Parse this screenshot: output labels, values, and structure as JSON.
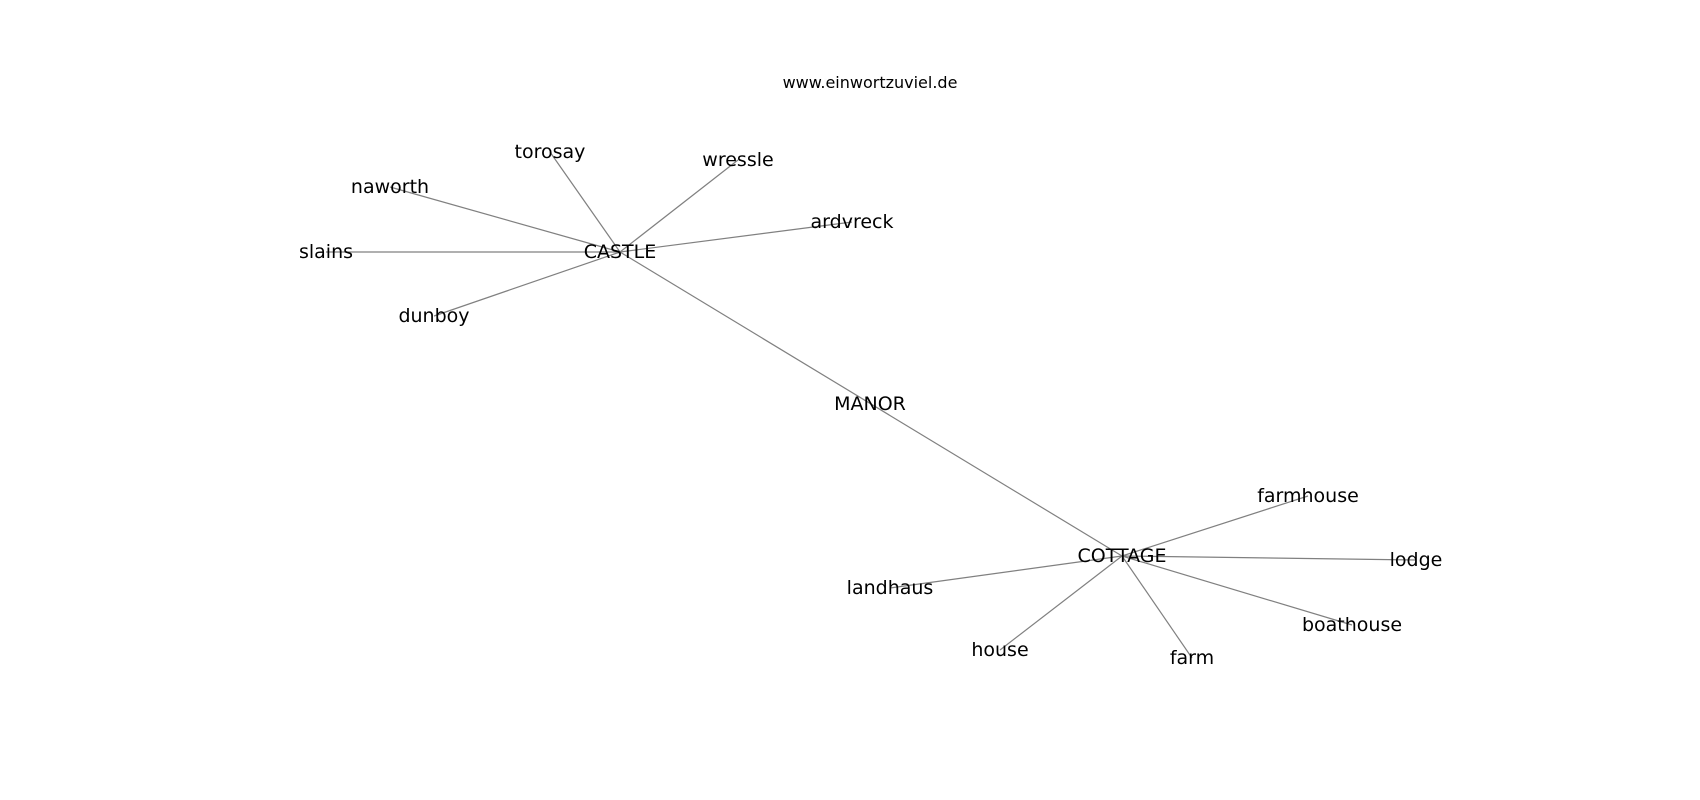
{
  "header": {
    "site": "www.einwortzuviel.de"
  },
  "graph": {
    "edge_color": "#808080",
    "label_color": "#000000",
    "nodes": [
      {
        "id": "castle",
        "label": "CASTLE"
      },
      {
        "id": "manor",
        "label": "MANOR"
      },
      {
        "id": "cottage",
        "label": "COTTAGE"
      },
      {
        "id": "torosay",
        "label": "torosay"
      },
      {
        "id": "wressle",
        "label": "wressle"
      },
      {
        "id": "naworth",
        "label": "naworth"
      },
      {
        "id": "ardvreck",
        "label": "ardvreck"
      },
      {
        "id": "slains",
        "label": "slains"
      },
      {
        "id": "dunboy",
        "label": "dunboy"
      },
      {
        "id": "farmhouse",
        "label": "farmhouse"
      },
      {
        "id": "lodge",
        "label": "lodge"
      },
      {
        "id": "landhaus",
        "label": "landhaus"
      },
      {
        "id": "boathouse",
        "label": "boathouse"
      },
      {
        "id": "house",
        "label": "house"
      },
      {
        "id": "farm",
        "label": "farm"
      }
    ],
    "edges": [
      [
        "castle",
        "torosay"
      ],
      [
        "castle",
        "wressle"
      ],
      [
        "castle",
        "naworth"
      ],
      [
        "castle",
        "ardvreck"
      ],
      [
        "castle",
        "slains"
      ],
      [
        "castle",
        "dunboy"
      ],
      [
        "castle",
        "cottage"
      ],
      [
        "cottage",
        "farmhouse"
      ],
      [
        "cottage",
        "lodge"
      ],
      [
        "cottage",
        "landhaus"
      ],
      [
        "cottage",
        "boathouse"
      ],
      [
        "cottage",
        "house"
      ],
      [
        "cottage",
        "farm"
      ]
    ]
  }
}
